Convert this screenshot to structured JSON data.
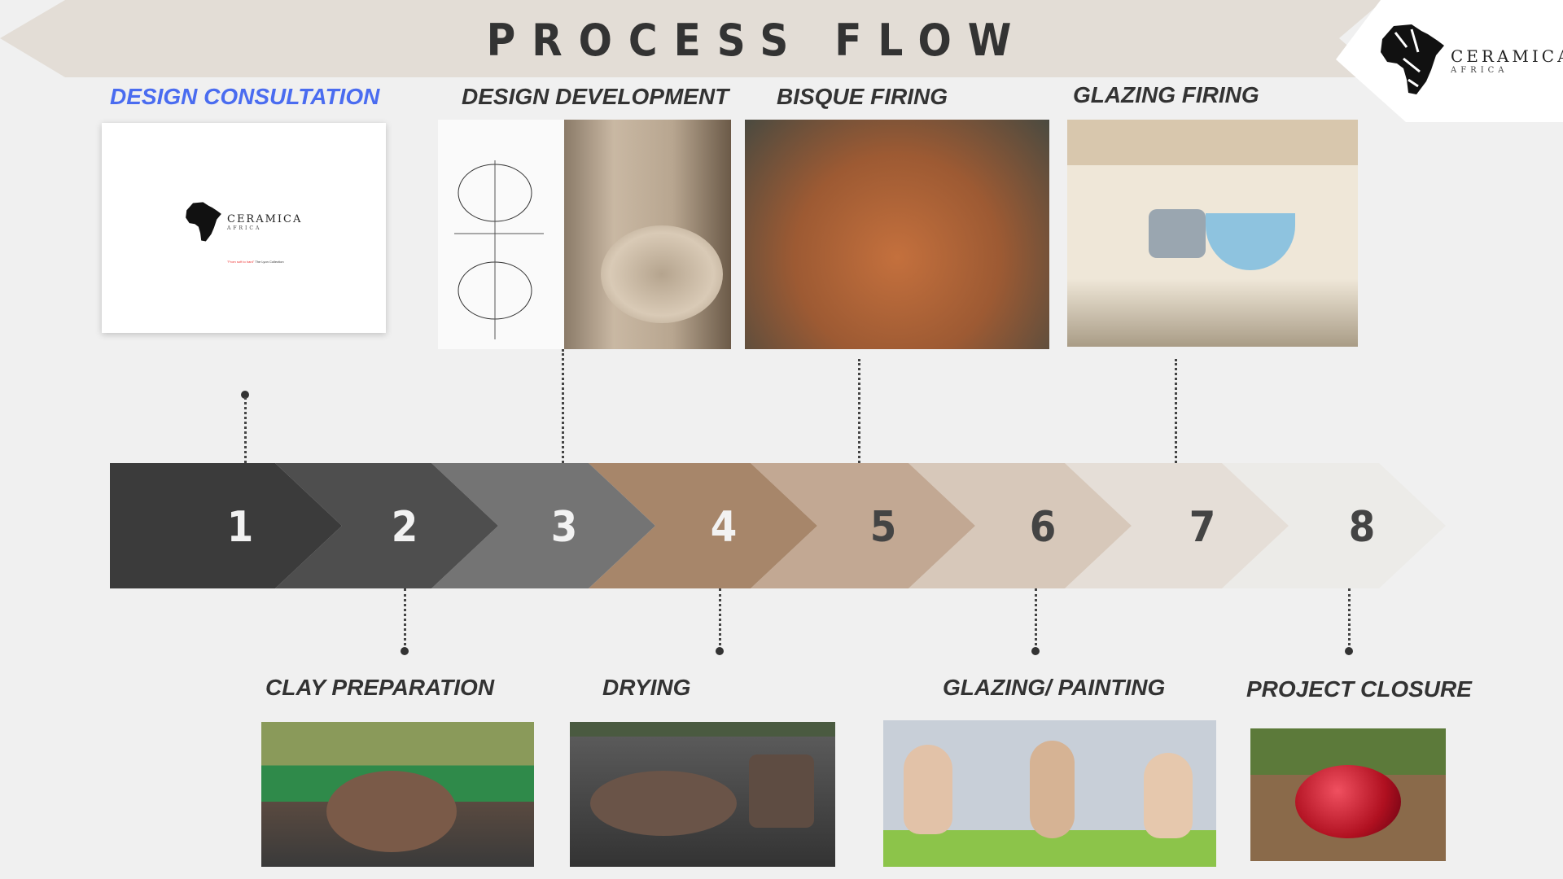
{
  "header": {
    "title": "PROCESS FLOW"
  },
  "logo": {
    "name": "CERAMICA",
    "tagline": "AFRICA"
  },
  "consultation_card": {
    "brand": "CERAMICA",
    "brand_sub": "AFRICA",
    "quote": "\"From soft to hard\"",
    "collection": "The Lyon Collection"
  },
  "colors": {
    "accent": "#4a6cf0",
    "chevrons": [
      "#3b3b3b",
      "#4e4e4e",
      "#747474",
      "#a7866a",
      "#c2a893",
      "#d7c8ba",
      "#e5ded7",
      "#ecebe8"
    ]
  },
  "steps": [
    {
      "number": "1",
      "label": "DESIGN CONSULTATION"
    },
    {
      "number": "2",
      "label": "CLAY PREPARATION"
    },
    {
      "number": "3",
      "label": "DESIGN DEVELOPMENT"
    },
    {
      "number": "4",
      "label": "DRYING"
    },
    {
      "number": "5",
      "label": "BISQUE FIRING"
    },
    {
      "number": "6",
      "label": "GLAZING/ PAINTING"
    },
    {
      "number": "7",
      "label": "GLAZING FIRING"
    },
    {
      "number": "8",
      "label": "PROJECT CLOSURE"
    }
  ]
}
